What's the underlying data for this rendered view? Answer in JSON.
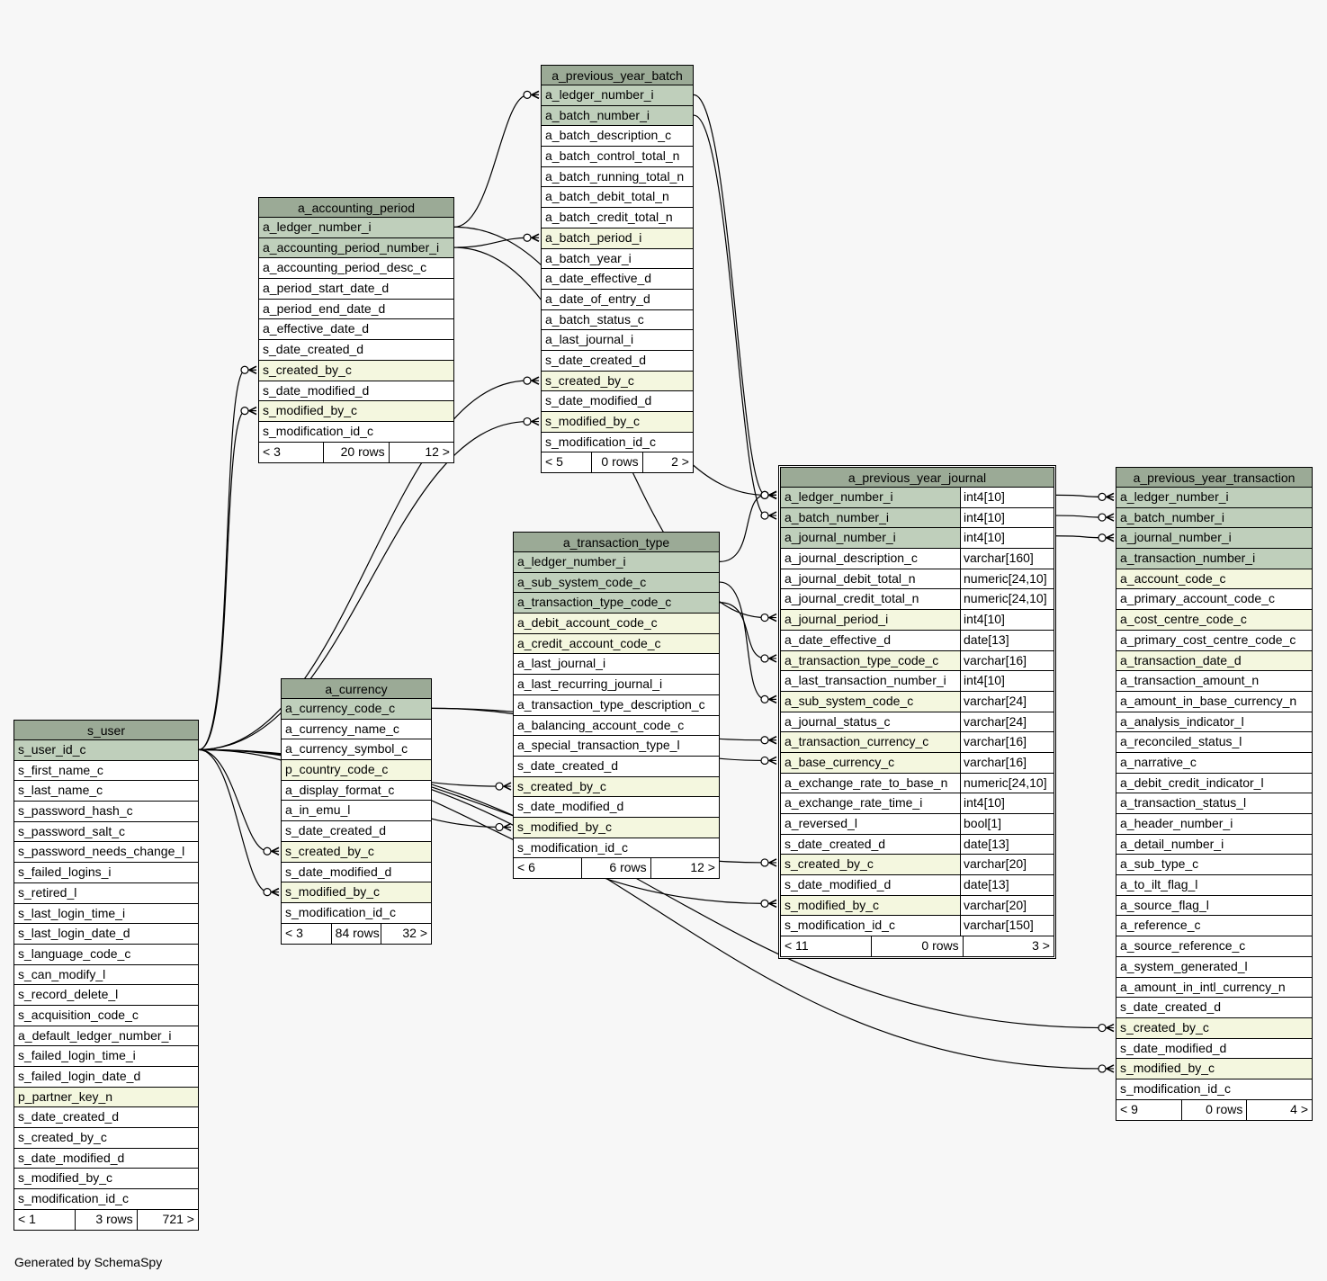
{
  "footer_note": "Generated by SchemaSpy",
  "colors": {
    "header": "#9baa96",
    "primary_key": "#bfcfbb",
    "foreign_key": "#f4f7df",
    "background": "#f7f7f7"
  },
  "tables": [
    {
      "id": "a_previous_year_batch",
      "title": "a_previous_year_batch",
      "columns": [
        {
          "name": "a_ledger_number_i",
          "kind": "pk"
        },
        {
          "name": "a_batch_number_i",
          "kind": "pk"
        },
        {
          "name": "a_batch_description_c",
          "kind": ""
        },
        {
          "name": "a_batch_control_total_n",
          "kind": ""
        },
        {
          "name": "a_batch_running_total_n",
          "kind": ""
        },
        {
          "name": "a_batch_debit_total_n",
          "kind": ""
        },
        {
          "name": "a_batch_credit_total_n",
          "kind": ""
        },
        {
          "name": "a_batch_period_i",
          "kind": "fk"
        },
        {
          "name": "a_batch_year_i",
          "kind": ""
        },
        {
          "name": "a_date_effective_d",
          "kind": ""
        },
        {
          "name": "a_date_of_entry_d",
          "kind": ""
        },
        {
          "name": "a_batch_status_c",
          "kind": ""
        },
        {
          "name": "a_last_journal_i",
          "kind": ""
        },
        {
          "name": "s_date_created_d",
          "kind": ""
        },
        {
          "name": "s_created_by_c",
          "kind": "fk"
        },
        {
          "name": "s_date_modified_d",
          "kind": ""
        },
        {
          "name": "s_modified_by_c",
          "kind": "fk"
        },
        {
          "name": "s_modification_id_c",
          "kind": ""
        }
      ],
      "footer": [
        "< 5",
        "0 rows",
        "2 >"
      ]
    },
    {
      "id": "a_accounting_period",
      "title": "a_accounting_period",
      "columns": [
        {
          "name": "a_ledger_number_i",
          "kind": "pk"
        },
        {
          "name": "a_accounting_period_number_i",
          "kind": "pk"
        },
        {
          "name": "a_accounting_period_desc_c",
          "kind": ""
        },
        {
          "name": "a_period_start_date_d",
          "kind": ""
        },
        {
          "name": "a_period_end_date_d",
          "kind": ""
        },
        {
          "name": "a_effective_date_d",
          "kind": ""
        },
        {
          "name": "s_date_created_d",
          "kind": ""
        },
        {
          "name": "s_created_by_c",
          "kind": "fk"
        },
        {
          "name": "s_date_modified_d",
          "kind": ""
        },
        {
          "name": "s_modified_by_c",
          "kind": "fk"
        },
        {
          "name": "s_modification_id_c",
          "kind": ""
        }
      ],
      "footer": [
        "< 3",
        "20 rows",
        "12 >"
      ]
    },
    {
      "id": "a_transaction_type",
      "title": "a_transaction_type",
      "columns": [
        {
          "name": "a_ledger_number_i",
          "kind": "pk"
        },
        {
          "name": "a_sub_system_code_c",
          "kind": "pk"
        },
        {
          "name": "a_transaction_type_code_c",
          "kind": "pk"
        },
        {
          "name": "a_debit_account_code_c",
          "kind": "fk"
        },
        {
          "name": "a_credit_account_code_c",
          "kind": "fk"
        },
        {
          "name": "a_last_journal_i",
          "kind": ""
        },
        {
          "name": "a_last_recurring_journal_i",
          "kind": ""
        },
        {
          "name": "a_transaction_type_description_c",
          "kind": ""
        },
        {
          "name": "a_balancing_account_code_c",
          "kind": ""
        },
        {
          "name": "a_special_transaction_type_l",
          "kind": ""
        },
        {
          "name": "s_date_created_d",
          "kind": ""
        },
        {
          "name": "s_created_by_c",
          "kind": "fk"
        },
        {
          "name": "s_date_modified_d",
          "kind": ""
        },
        {
          "name": "s_modified_by_c",
          "kind": "fk"
        },
        {
          "name": "s_modification_id_c",
          "kind": ""
        }
      ],
      "footer": [
        "< 6",
        "6 rows",
        "12 >"
      ]
    },
    {
      "id": "a_currency",
      "title": "a_currency",
      "columns": [
        {
          "name": "a_currency_code_c",
          "kind": "pk"
        },
        {
          "name": "a_currency_name_c",
          "kind": ""
        },
        {
          "name": "a_currency_symbol_c",
          "kind": ""
        },
        {
          "name": "p_country_code_c",
          "kind": "fk"
        },
        {
          "name": "a_display_format_c",
          "kind": ""
        },
        {
          "name": "a_in_emu_l",
          "kind": ""
        },
        {
          "name": "s_date_created_d",
          "kind": ""
        },
        {
          "name": "s_created_by_c",
          "kind": "fk"
        },
        {
          "name": "s_date_modified_d",
          "kind": ""
        },
        {
          "name": "s_modified_by_c",
          "kind": "fk"
        },
        {
          "name": "s_modification_id_c",
          "kind": ""
        }
      ],
      "footer": [
        "< 3",
        "84 rows",
        "32 >"
      ]
    },
    {
      "id": "s_user",
      "title": "s_user",
      "columns": [
        {
          "name": "s_user_id_c",
          "kind": "pk"
        },
        {
          "name": "s_first_name_c",
          "kind": ""
        },
        {
          "name": "s_last_name_c",
          "kind": ""
        },
        {
          "name": "s_password_hash_c",
          "kind": ""
        },
        {
          "name": "s_password_salt_c",
          "kind": ""
        },
        {
          "name": "s_password_needs_change_l",
          "kind": ""
        },
        {
          "name": "s_failed_logins_i",
          "kind": ""
        },
        {
          "name": "s_retired_l",
          "kind": ""
        },
        {
          "name": "s_last_login_time_i",
          "kind": ""
        },
        {
          "name": "s_last_login_date_d",
          "kind": ""
        },
        {
          "name": "s_language_code_c",
          "kind": ""
        },
        {
          "name": "s_can_modify_l",
          "kind": ""
        },
        {
          "name": "s_record_delete_l",
          "kind": ""
        },
        {
          "name": "s_acquisition_code_c",
          "kind": ""
        },
        {
          "name": "a_default_ledger_number_i",
          "kind": ""
        },
        {
          "name": "s_failed_login_time_i",
          "kind": ""
        },
        {
          "name": "s_failed_login_date_d",
          "kind": ""
        },
        {
          "name": "p_partner_key_n",
          "kind": "fk"
        },
        {
          "name": "s_date_created_d",
          "kind": ""
        },
        {
          "name": "s_created_by_c",
          "kind": ""
        },
        {
          "name": "s_date_modified_d",
          "kind": ""
        },
        {
          "name": "s_modified_by_c",
          "kind": ""
        },
        {
          "name": "s_modification_id_c",
          "kind": ""
        }
      ],
      "footer": [
        "< 1",
        "3 rows",
        "721 >"
      ]
    },
    {
      "id": "a_previous_year_journal",
      "title": "a_previous_year_journal",
      "columns": [
        {
          "name": "a_ledger_number_i",
          "type": "int4[10]",
          "kind": "pk"
        },
        {
          "name": "a_batch_number_i",
          "type": "int4[10]",
          "kind": "pk"
        },
        {
          "name": "a_journal_number_i",
          "type": "int4[10]",
          "kind": "pk"
        },
        {
          "name": "a_journal_description_c",
          "type": "varchar[160]",
          "kind": ""
        },
        {
          "name": "a_journal_debit_total_n",
          "type": "numeric[24,10]",
          "kind": ""
        },
        {
          "name": "a_journal_credit_total_n",
          "type": "numeric[24,10]",
          "kind": ""
        },
        {
          "name": "a_journal_period_i",
          "type": "int4[10]",
          "kind": "fk"
        },
        {
          "name": "a_date_effective_d",
          "type": "date[13]",
          "kind": ""
        },
        {
          "name": "a_transaction_type_code_c",
          "type": "varchar[16]",
          "kind": "fk"
        },
        {
          "name": "a_last_transaction_number_i",
          "type": "int4[10]",
          "kind": ""
        },
        {
          "name": "a_sub_system_code_c",
          "type": "varchar[24]",
          "kind": "fk"
        },
        {
          "name": "a_journal_status_c",
          "type": "varchar[24]",
          "kind": ""
        },
        {
          "name": "a_transaction_currency_c",
          "type": "varchar[16]",
          "kind": "fk"
        },
        {
          "name": "a_base_currency_c",
          "type": "varchar[16]",
          "kind": "fk"
        },
        {
          "name": "a_exchange_rate_to_base_n",
          "type": "numeric[24,10]",
          "kind": ""
        },
        {
          "name": "a_exchange_rate_time_i",
          "type": "int4[10]",
          "kind": ""
        },
        {
          "name": "a_reversed_l",
          "type": "bool[1]",
          "kind": ""
        },
        {
          "name": "s_date_created_d",
          "type": "date[13]",
          "kind": ""
        },
        {
          "name": "s_created_by_c",
          "type": "varchar[20]",
          "kind": "fk"
        },
        {
          "name": "s_date_modified_d",
          "type": "date[13]",
          "kind": ""
        },
        {
          "name": "s_modified_by_c",
          "type": "varchar[20]",
          "kind": "fk"
        },
        {
          "name": "s_modification_id_c",
          "type": "varchar[150]",
          "kind": ""
        }
      ],
      "footer": [
        "< 11",
        "0 rows",
        "3 >"
      ]
    },
    {
      "id": "a_previous_year_transaction",
      "title": "a_previous_year_transaction",
      "columns": [
        {
          "name": "a_ledger_number_i",
          "kind": "pk"
        },
        {
          "name": "a_batch_number_i",
          "kind": "pk"
        },
        {
          "name": "a_journal_number_i",
          "kind": "pk"
        },
        {
          "name": "a_transaction_number_i",
          "kind": "pk"
        },
        {
          "name": "a_account_code_c",
          "kind": "fk"
        },
        {
          "name": "a_primary_account_code_c",
          "kind": ""
        },
        {
          "name": "a_cost_centre_code_c",
          "kind": "fk"
        },
        {
          "name": "a_primary_cost_centre_code_c",
          "kind": ""
        },
        {
          "name": "a_transaction_date_d",
          "kind": "fk"
        },
        {
          "name": "a_transaction_amount_n",
          "kind": ""
        },
        {
          "name": "a_amount_in_base_currency_n",
          "kind": ""
        },
        {
          "name": "a_analysis_indicator_l",
          "kind": ""
        },
        {
          "name": "a_reconciled_status_l",
          "kind": ""
        },
        {
          "name": "a_narrative_c",
          "kind": ""
        },
        {
          "name": "a_debit_credit_indicator_l",
          "kind": ""
        },
        {
          "name": "a_transaction_status_l",
          "kind": ""
        },
        {
          "name": "a_header_number_i",
          "kind": ""
        },
        {
          "name": "a_detail_number_i",
          "kind": ""
        },
        {
          "name": "a_sub_type_c",
          "kind": ""
        },
        {
          "name": "a_to_ilt_flag_l",
          "kind": ""
        },
        {
          "name": "a_source_flag_l",
          "kind": ""
        },
        {
          "name": "a_reference_c",
          "kind": ""
        },
        {
          "name": "a_source_reference_c",
          "kind": ""
        },
        {
          "name": "a_system_generated_l",
          "kind": ""
        },
        {
          "name": "a_amount_in_intl_currency_n",
          "kind": ""
        },
        {
          "name": "s_date_created_d",
          "kind": ""
        },
        {
          "name": "s_created_by_c",
          "kind": "fk"
        },
        {
          "name": "s_date_modified_d",
          "kind": ""
        },
        {
          "name": "s_modified_by_c",
          "kind": "fk"
        },
        {
          "name": "s_modification_id_c",
          "kind": ""
        }
      ],
      "footer": [
        "< 9",
        "0 rows",
        "4 >"
      ]
    }
  ],
  "relationships": [
    {
      "from": "a_previous_year_batch.a_ledger_number_i",
      "to": "a_previous_year_journal.a_ledger_number_i"
    },
    {
      "from": "a_previous_year_batch.a_batch_number_i",
      "to": "a_previous_year_journal.a_batch_number_i"
    },
    {
      "from": "a_accounting_period.a_ledger_number_i",
      "to": "a_previous_year_batch.a_ledger_number_i"
    },
    {
      "from": "a_accounting_period.a_ledger_number_i",
      "to": "a_previous_year_journal.a_ledger_number_i"
    },
    {
      "from": "a_accounting_period.a_accounting_period_number_i",
      "to": "a_previous_year_batch.a_batch_period_i"
    },
    {
      "from": "a_accounting_period.a_accounting_period_number_i",
      "to": "a_previous_year_journal.a_journal_period_i"
    },
    {
      "from": "a_transaction_type.a_ledger_number_i",
      "to": "a_previous_year_journal.a_ledger_number_i"
    },
    {
      "from": "a_transaction_type.a_sub_system_code_c",
      "to": "a_previous_year_journal.a_sub_system_code_c"
    },
    {
      "from": "a_transaction_type.a_transaction_type_code_c",
      "to": "a_previous_year_journal.a_transaction_type_code_c"
    },
    {
      "from": "a_currency.a_currency_code_c",
      "to": "a_previous_year_journal.a_transaction_currency_c"
    },
    {
      "from": "a_currency.a_currency_code_c",
      "to": "a_previous_year_journal.a_base_currency_c"
    },
    {
      "from": "a_previous_year_journal.a_ledger_number_i",
      "to": "a_previous_year_transaction.a_ledger_number_i"
    },
    {
      "from": "a_previous_year_journal.a_batch_number_i",
      "to": "a_previous_year_transaction.a_batch_number_i"
    },
    {
      "from": "a_previous_year_journal.a_journal_number_i",
      "to": "a_previous_year_transaction.a_journal_number_i"
    },
    {
      "from": "s_user.s_user_id_c",
      "to": "a_accounting_period.s_created_by_c"
    },
    {
      "from": "s_user.s_user_id_c",
      "to": "a_accounting_period.s_modified_by_c"
    },
    {
      "from": "s_user.s_user_id_c",
      "to": "a_previous_year_batch.s_created_by_c"
    },
    {
      "from": "s_user.s_user_id_c",
      "to": "a_previous_year_batch.s_modified_by_c"
    },
    {
      "from": "s_user.s_user_id_c",
      "to": "a_transaction_type.s_created_by_c"
    },
    {
      "from": "s_user.s_user_id_c",
      "to": "a_transaction_type.s_modified_by_c"
    },
    {
      "from": "s_user.s_user_id_c",
      "to": "a_currency.s_created_by_c"
    },
    {
      "from": "s_user.s_user_id_c",
      "to": "a_currency.s_modified_by_c"
    },
    {
      "from": "s_user.s_user_id_c",
      "to": "a_previous_year_journal.s_created_by_c"
    },
    {
      "from": "s_user.s_user_id_c",
      "to": "a_previous_year_journal.s_modified_by_c"
    },
    {
      "from": "s_user.s_user_id_c",
      "to": "a_previous_year_transaction.s_created_by_c"
    },
    {
      "from": "s_user.s_user_id_c",
      "to": "a_previous_year_transaction.s_modified_by_c"
    }
  ]
}
